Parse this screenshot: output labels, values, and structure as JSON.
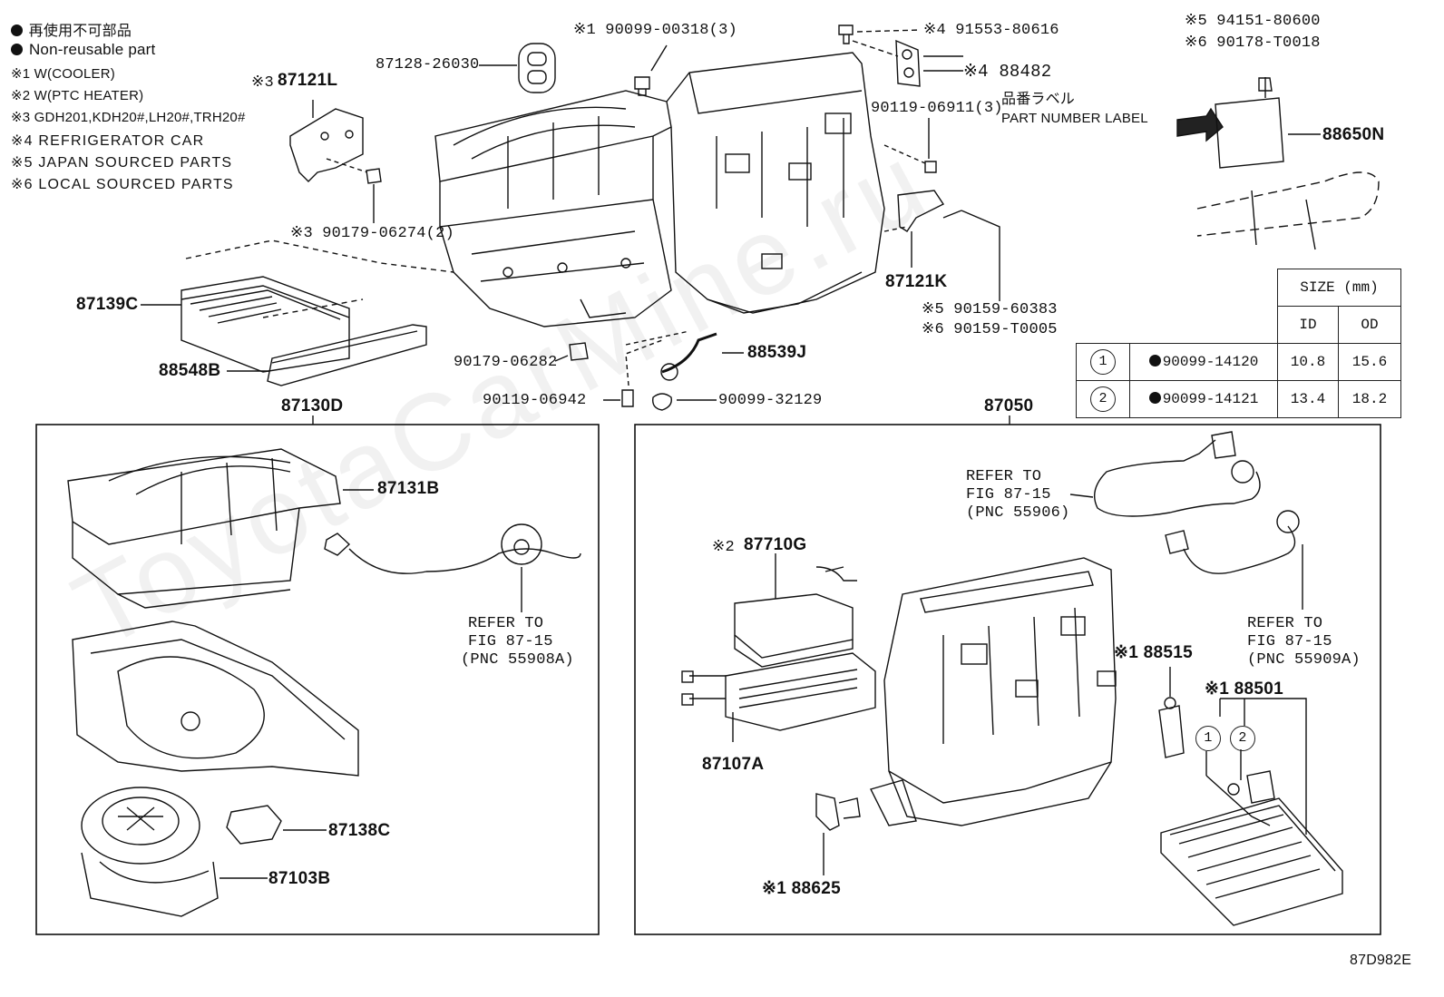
{
  "legend": {
    "line1": "再使用不可部品",
    "line2": "Non-reusable part",
    "note1": "※1 W(COOLER)",
    "note2": "※2 W(PTC HEATER)",
    "note3": "※3 GDH201,KDH20#,LH20#,TRH20#",
    "note4": "※4 REFRIGERATOR CAR",
    "note5": "※5 JAPAN SOURCED PARTS",
    "note6": "※6 LOCAL SOURCED PARTS"
  },
  "top": {
    "p87128": "87128-26030",
    "p90099_00318": "※1 90099-00318(3)",
    "p91553": "※4 91553-80616",
    "p88482": "※4 88482",
    "p94151": "※5 94151-80600",
    "p90178": "※6 90178-T0018",
    "p87121L": "87121L",
    "p87121L_mark": "※3",
    "p90119_06911": "90119-06911(3)",
    "jp_label": "品番ラベル",
    "en_label": "PART NUMBER LABEL",
    "p88650N": "88650N",
    "p90179_06274": "※3 90179-06274(2)",
    "p87121K": "87121K",
    "p90159_60383": "※5 90159-60383",
    "p90159_T0005": "※6 90159-T0005",
    "p87139C": "87139C",
    "p88548B": "88548B",
    "p90179_06282": "90179-06282",
    "p88539J": "88539J",
    "p90119_06942": "90119-06942",
    "p90099_32129": "90099-32129",
    "p87130D": "87130D",
    "p87050": "87050"
  },
  "size_table": {
    "header": "SIZE (mm)",
    "col_id": "ID",
    "col_od": "OD",
    "rows": [
      {
        "num": "1",
        "part": "90099-14120",
        "id": "10.8",
        "od": "15.6"
      },
      {
        "num": "2",
        "part": "90099-14121",
        "id": "13.4",
        "od": "18.2"
      }
    ]
  },
  "left_box": {
    "p87131B": "87131B",
    "refer1": "REFER TO",
    "refer2": "FIG 87-15",
    "refer3": "(PNC 55908A)",
    "p87138C": "87138C",
    "p87103B": "87103B"
  },
  "right_box": {
    "refer_a1": "REFER TO",
    "refer_a2": "FIG 87-15",
    "refer_a3": "(PNC 55906)",
    "p87710G": "87710G",
    "p87710G_mark": "※2",
    "refer_b1": "REFER TO",
    "refer_b2": "FIG 87-15",
    "refer_b3": "(PNC 55909A)",
    "p88515": "※1 88515",
    "p88501": "※1 88501",
    "p87107A": "87107A",
    "p88625": "※1 88625",
    "circle1": "1",
    "circle2": "2"
  },
  "code": "87D982E",
  "watermark": "ToyotaCarMine.ru"
}
